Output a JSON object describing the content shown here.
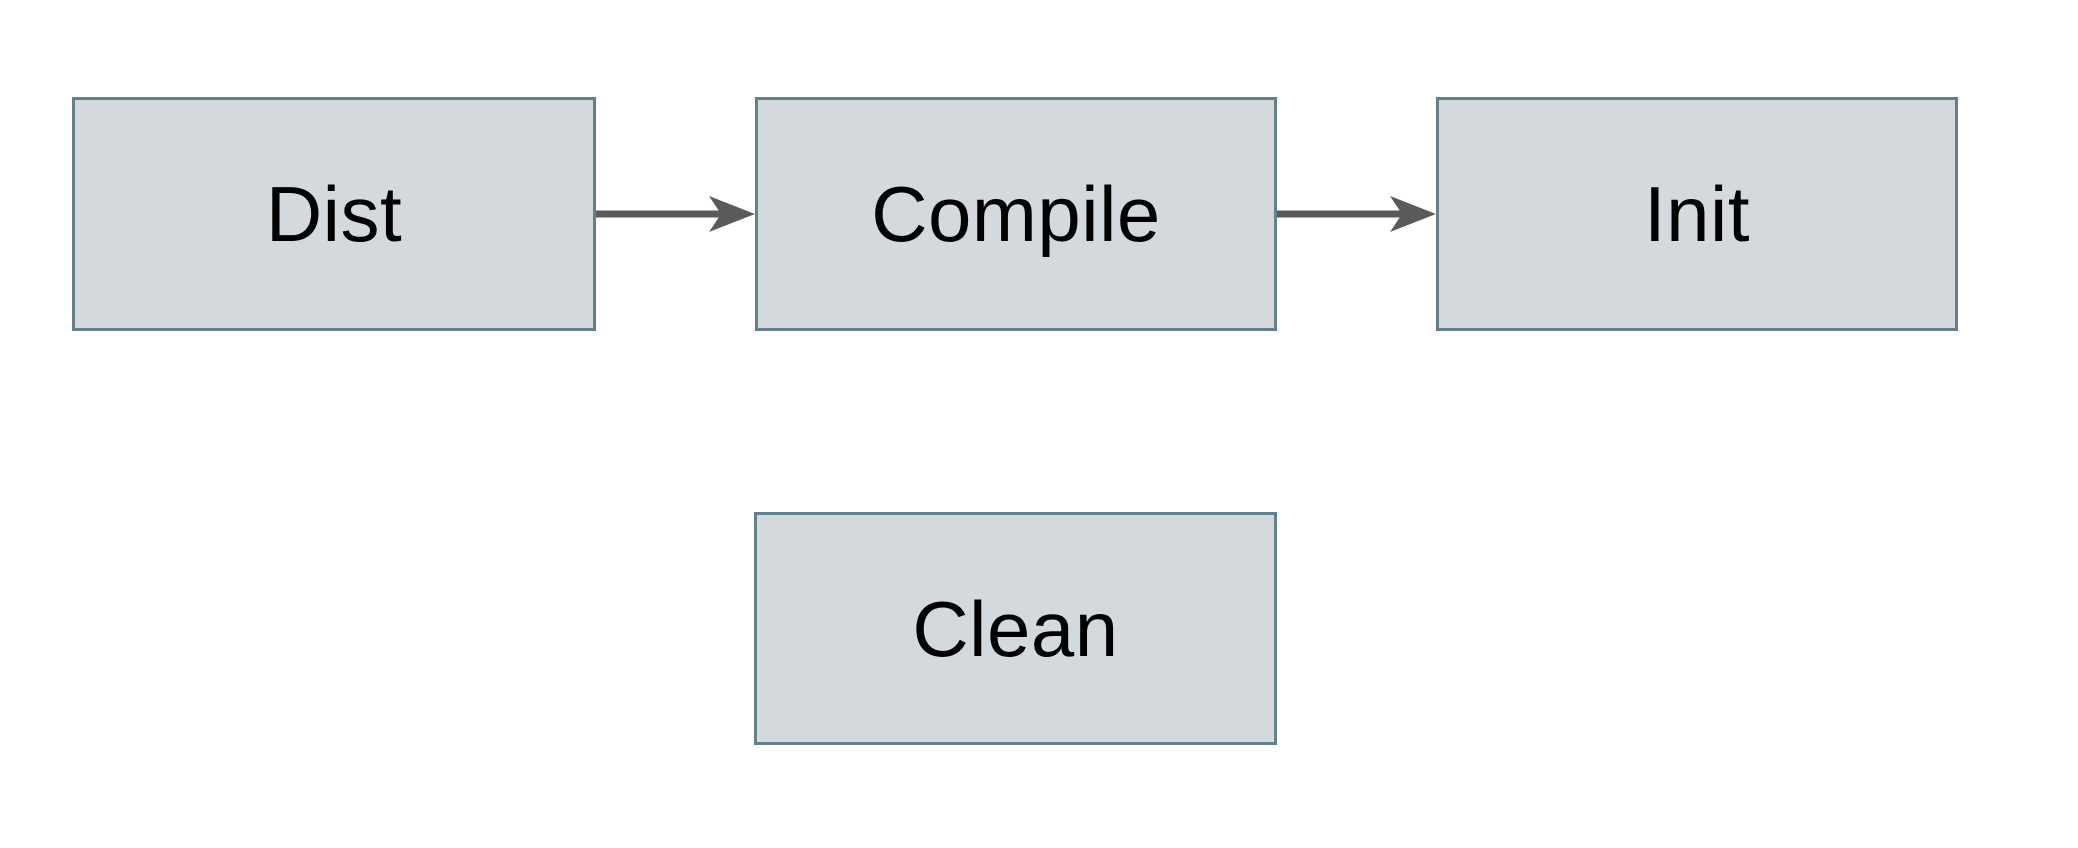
{
  "diagram": {
    "type": "flowchart",
    "background": "#ffffff",
    "colors": {
      "node_fill": "#d3d9dc",
      "node_border": "#64808f",
      "arrow_color": "#5a5a5a",
      "text_color": "#000000"
    },
    "nodes": [
      {
        "id": "dist",
        "label": "Dist",
        "row": "top",
        "order": 1
      },
      {
        "id": "compile",
        "label": "Compile",
        "row": "top",
        "order": 2
      },
      {
        "id": "init",
        "label": "Init",
        "row": "top",
        "order": 3
      },
      {
        "id": "clean",
        "label": "Clean",
        "row": "bottom",
        "order": 1
      }
    ],
    "edges": [
      {
        "from": "dist",
        "to": "compile",
        "style": "solid-arrow"
      },
      {
        "from": "compile",
        "to": "init",
        "style": "solid-arrow"
      }
    ]
  }
}
